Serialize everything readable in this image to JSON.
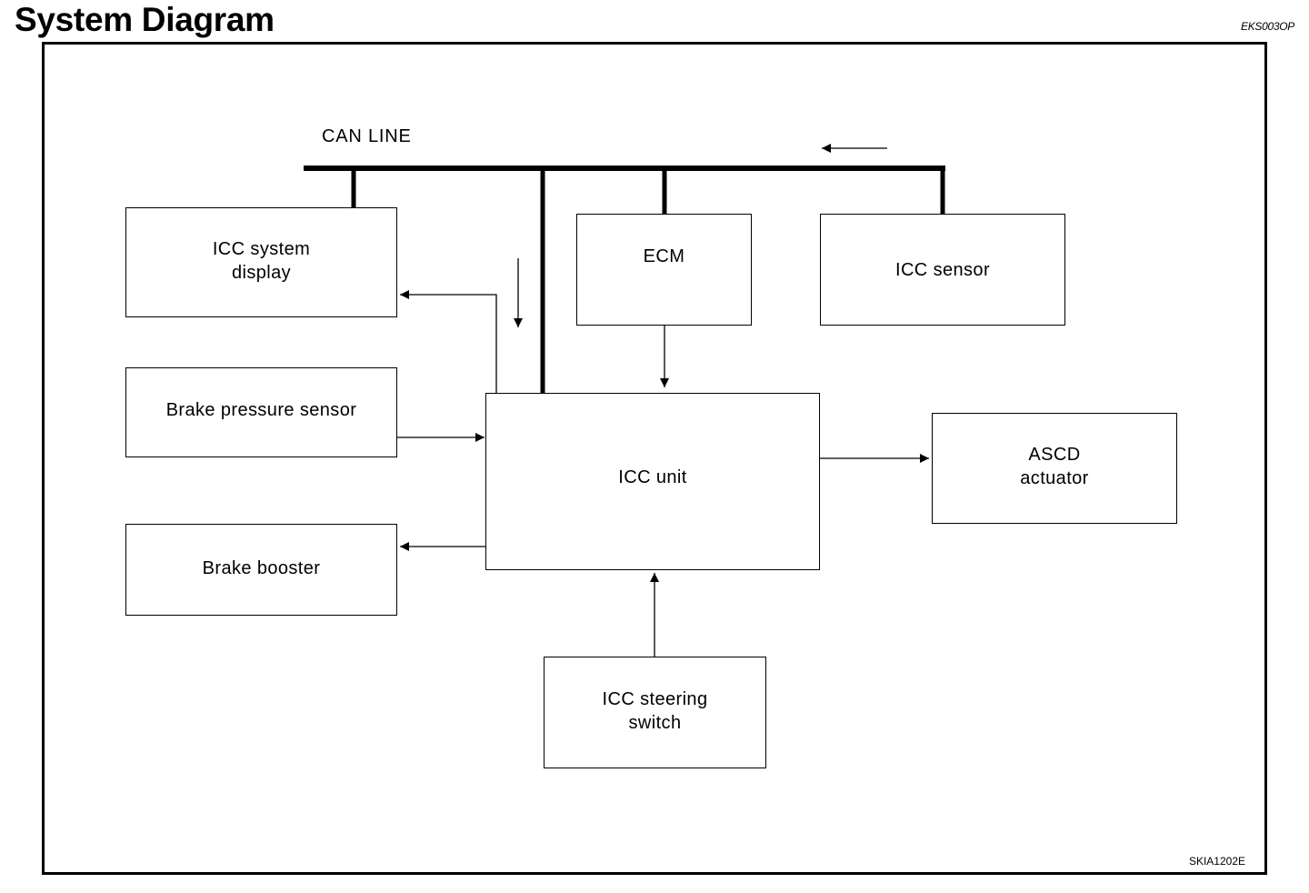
{
  "header": {
    "title": "System Diagram",
    "doc_code": "EKS003OP"
  },
  "diagram": {
    "bus_label": "CAN LINE",
    "figure_code": "SKIA1202E",
    "blocks": {
      "icc_system_display": "ICC system\ndisplay",
      "brake_pressure_sensor": "Brake pressure sensor",
      "brake_booster": "Brake booster",
      "ecm": "ECM",
      "icc_sensor": "ICC sensor",
      "icc_unit": "ICC unit",
      "ascd_actuator": "ASCD\nactuator",
      "icc_steering_switch": "ICC steering\nswitch"
    }
  }
}
